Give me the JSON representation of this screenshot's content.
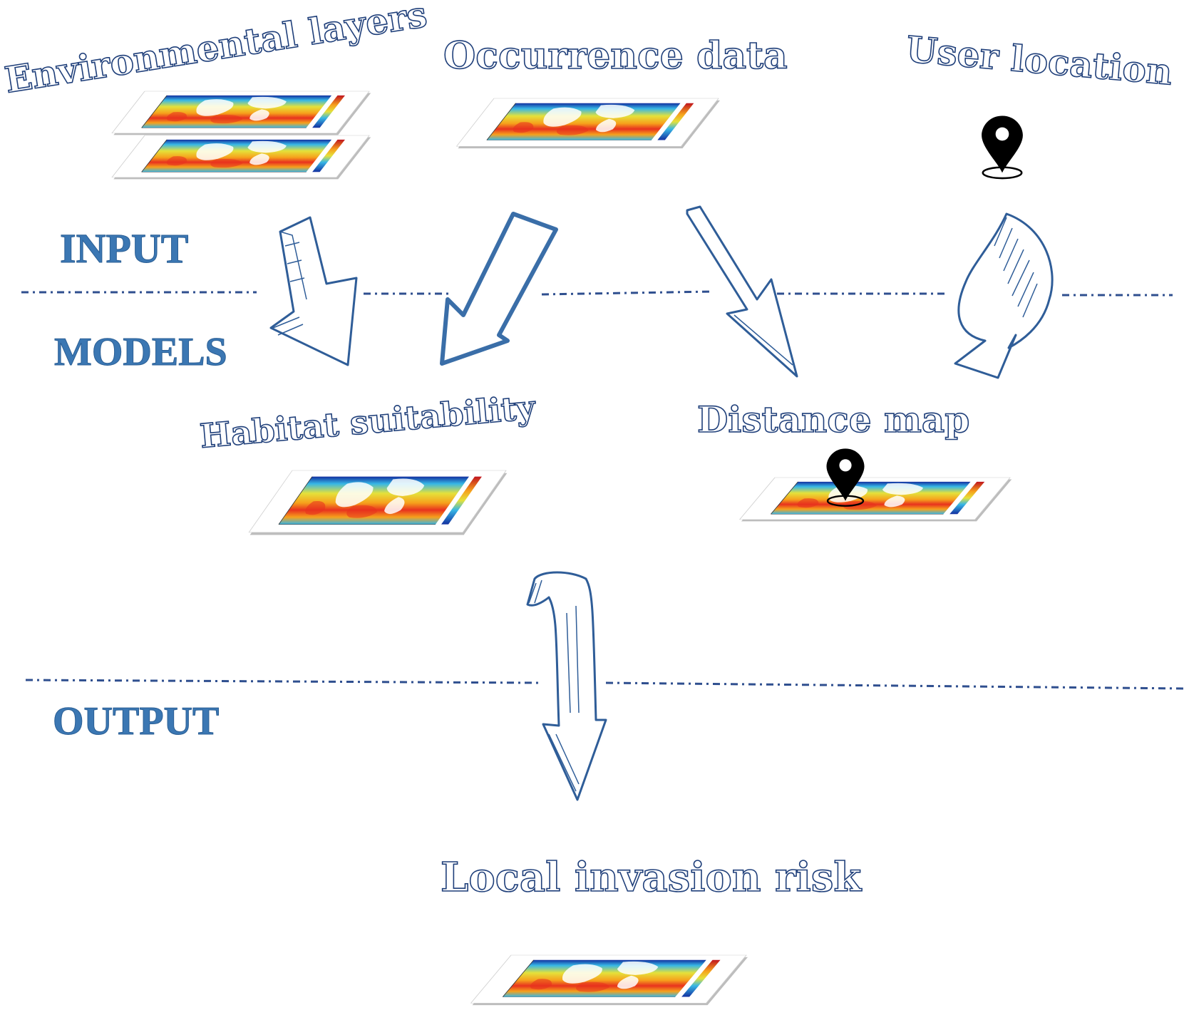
{
  "titles": {
    "environmental_layers": "Environmental layers",
    "occurrence_data": "Occurrence data",
    "user_location": "User location",
    "habitat_suitability": "Habitat suitability",
    "distance_map": "Distance map",
    "local_invasion_risk": "Local invasion risk"
  },
  "sections": {
    "input": "INPUT",
    "models": "MODELS",
    "output": "OUTPUT"
  },
  "colors": {
    "title_ink": "#1f3f7a",
    "section_blue": "#3b77b3",
    "arrow_blue": "#2f5d98",
    "pin_black": "#000000",
    "map_hot": "#e8321e",
    "map_warm": "#f6a11c",
    "map_mid": "#e5e13a",
    "map_cool": "#37b7e6",
    "map_cold": "#1230a0"
  },
  "icons": {
    "pin": "map-pin-icon",
    "map": "heatmap-thumbnail"
  }
}
